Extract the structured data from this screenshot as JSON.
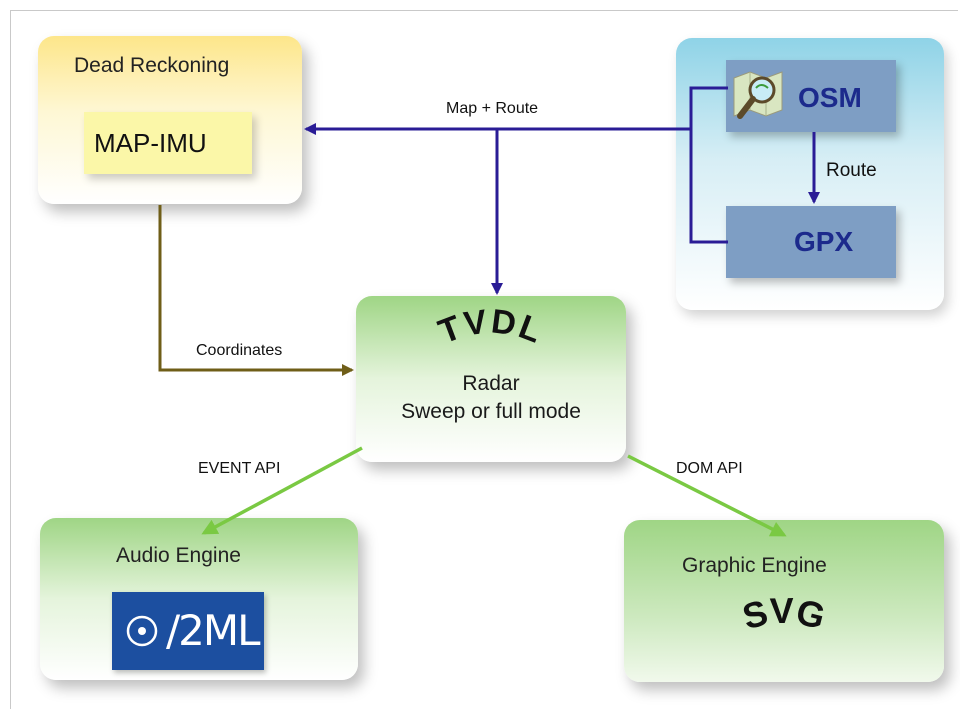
{
  "dead_reckoning": {
    "title": "Dead Reckoning",
    "inner_label": "MAP-IMU"
  },
  "osm": {
    "label": "OSM",
    "route_label": "Route",
    "gpx_label": "GPX"
  },
  "center": {
    "logo_text": "TVDL",
    "line1": "Radar",
    "line2": "Sweep or full mode"
  },
  "connections": {
    "map_route": "Map + Route",
    "coordinates": "Coordinates",
    "event_api": "EVENT API",
    "dom_api": "DOM API"
  },
  "audio": {
    "title": "Audio Engine",
    "logo_text": "/2ML"
  },
  "graphic": {
    "title": "Graphic Engine",
    "logo_text": "SVG"
  },
  "colors": {
    "arrow_blue": "#2a1c96",
    "arrow_olive": "#6f5e18",
    "arrow_green": "#7ac943",
    "panel_yellow": "#fde68a",
    "panel_blue": "#8fd3e7",
    "panel_green": "#9fd585"
  },
  "icons": {
    "osm": "magnifier-map-icon",
    "a2ml": "speaker-dot-icon"
  }
}
